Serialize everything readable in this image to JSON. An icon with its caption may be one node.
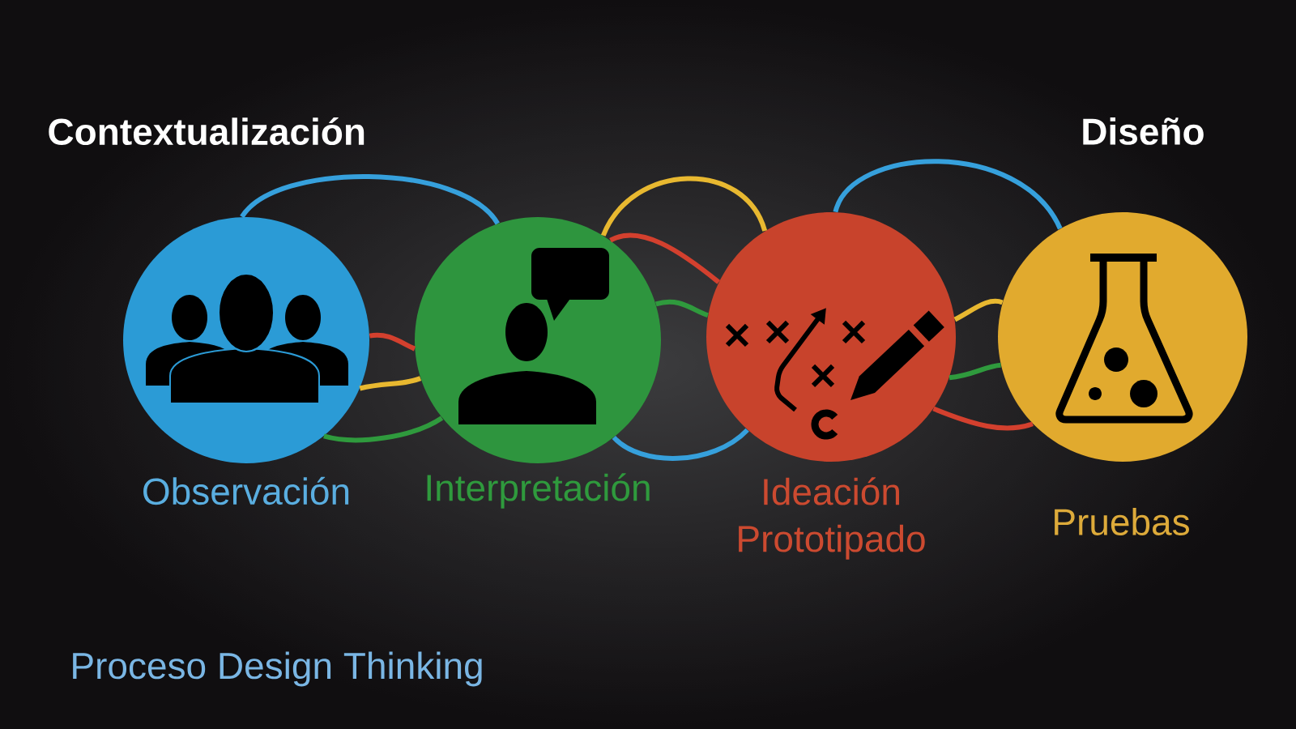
{
  "diagram": {
    "caption": "Proceso Design Thinking",
    "nodes": [
      {
        "text": [
          "Observación"
        ]
      },
      {
        "text": [
          "Interpretación"
        ]
      },
      {
        "text": [
          "Ideación Prototipado"
        ]
      },
      {
        "text": [
          "Pruebas"
        ]
      }
    ],
    "edges": [
      {
        "from": 0,
        "to": 1,
        "arrow": "none",
        "color": "#36a0dc"
      },
      {
        "from": 0,
        "to": 1,
        "arrow": "none",
        "color": "#d3402e"
      },
      {
        "from": 0,
        "to": 1,
        "arrow": "none",
        "color": "#e8b830"
      },
      {
        "from": 0,
        "to": 1,
        "arrow": "none",
        "color": "#2f9a3d"
      },
      {
        "from": 1,
        "to": 2,
        "arrow": "none",
        "color": "#36a0dc"
      },
      {
        "from": 1,
        "to": 2,
        "arrow": "none",
        "color": "#d3402e"
      },
      {
        "from": 1,
        "to": 2,
        "arrow": "none",
        "color": "#e8b830"
      },
      {
        "from": 1,
        "to": 2,
        "arrow": "none",
        "color": "#2f9a3d"
      },
      {
        "from": 2,
        "to": 3,
        "arrow": "none",
        "color": "#36a0dc"
      },
      {
        "from": 2,
        "to": 3,
        "arrow": "none",
        "color": "#d3402e"
      },
      {
        "from": 2,
        "to": 3,
        "arrow": "none",
        "color": "#e8b830"
      },
      {
        "from": 2,
        "to": 3,
        "arrow": "none",
        "color": "#2f9a3d"
      }
    ],
    "labels": [
      "Contextualización",
      "Diseño"
    ]
  }
}
